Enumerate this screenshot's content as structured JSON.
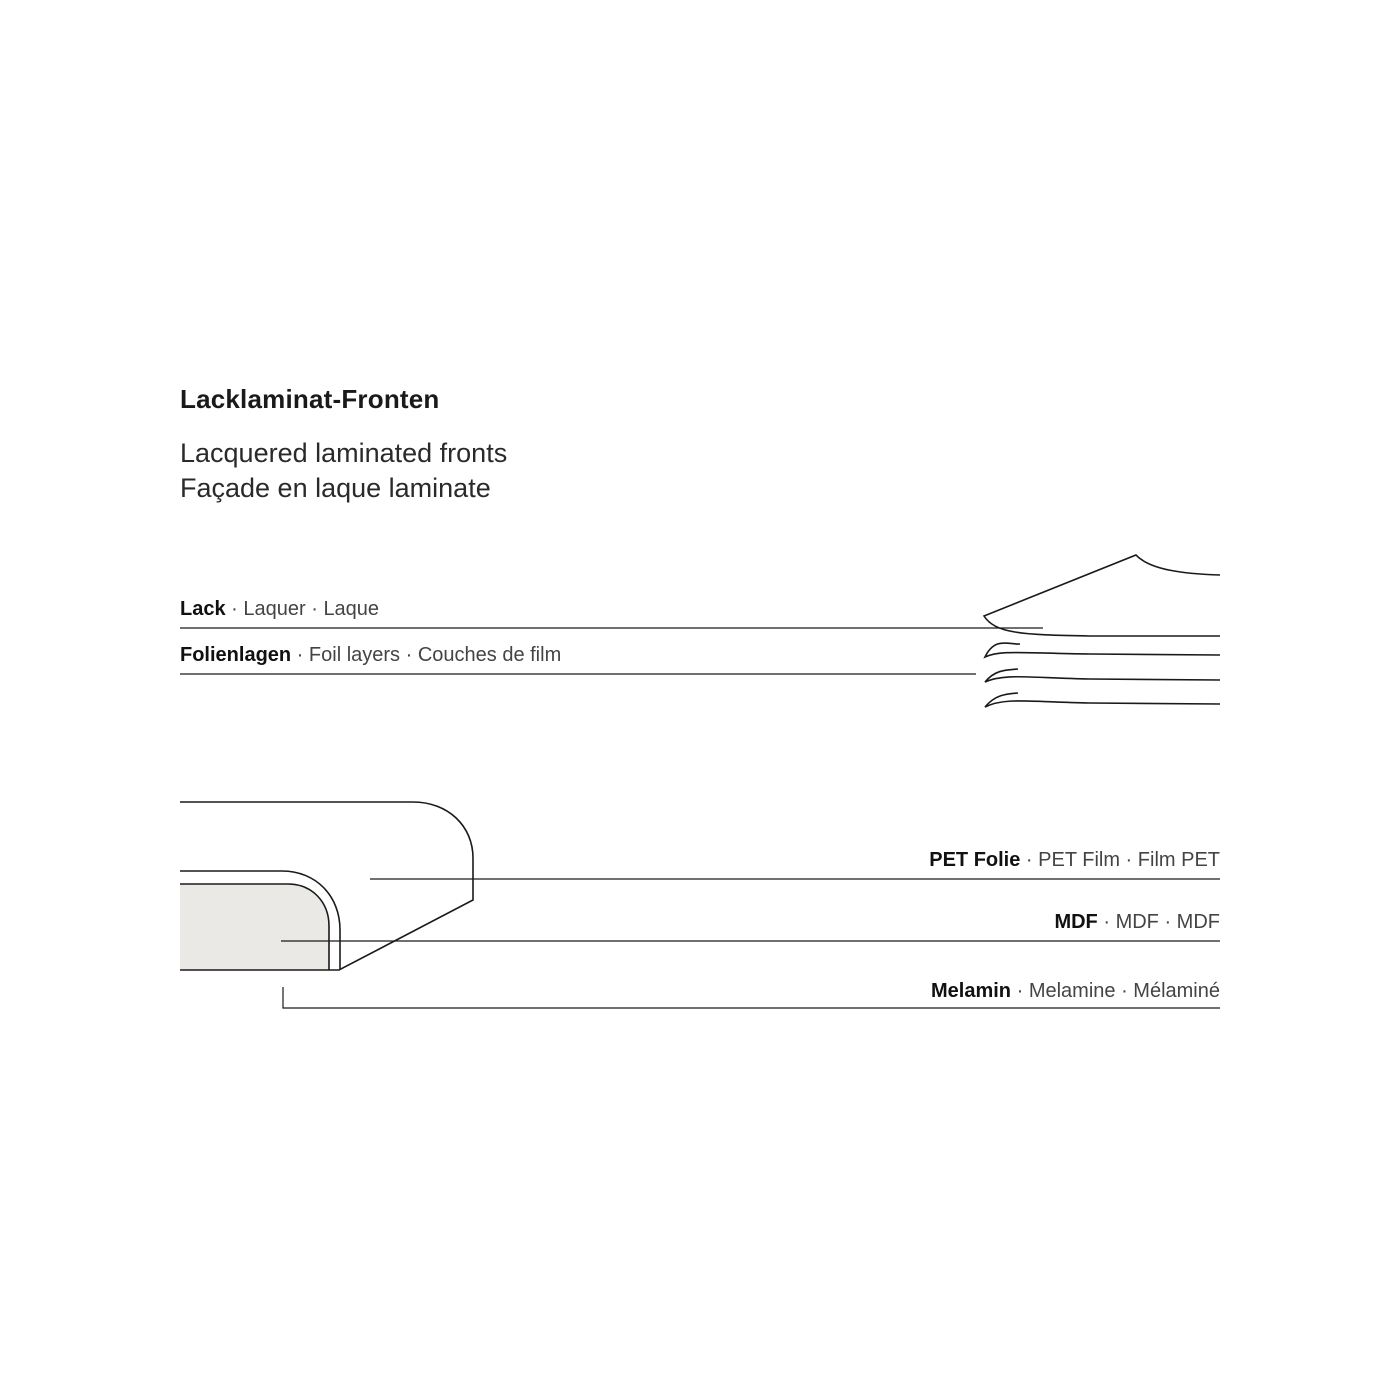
{
  "header": {
    "title": "Lacklaminat-Fronten",
    "subtitle_en": "Lacquered laminated fronts",
    "subtitle_fr": "Façade en laque laminate"
  },
  "layers_top": [
    {
      "de": "Lack",
      "sep1": " · ",
      "en": "Laquer",
      "sep2": " · ",
      "fr": "Laque"
    },
    {
      "de": "Folienlagen",
      "sep1": " · ",
      "en": "Foil layers",
      "sep2": " · ",
      "fr": "Couches de film"
    }
  ],
  "layers_bottom": [
    {
      "de": "PET Folie",
      "sep1": " · ",
      "en": "PET Film",
      "sep2": " · ",
      "fr": "Film PET"
    },
    {
      "de": "MDF",
      "sep1": " · ",
      "en": "MDF",
      "sep2": " · ",
      "fr": "MDF"
    },
    {
      "de": "Melamin",
      "sep1": " · ",
      "en": "Melamine",
      "sep2": " · ",
      "fr": "Mélaminé"
    }
  ],
  "colors": {
    "stroke": "#1a1a1a",
    "mdf_fill": "#ebe9e5",
    "background": "#ffffff"
  }
}
